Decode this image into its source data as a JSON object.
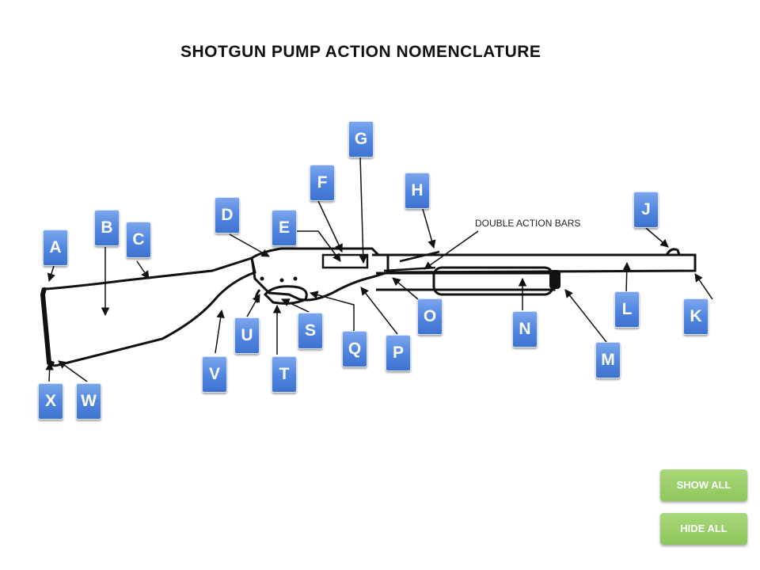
{
  "title": "SHOTGUN PUMP ACTION NOMENCLATURE",
  "diagram_annotation": "DOUBLE ACTION BARS",
  "labels": [
    "A",
    "B",
    "C",
    "D",
    "E",
    "F",
    "G",
    "H",
    "J",
    "K",
    "L",
    "M",
    "N",
    "O",
    "P",
    "Q",
    "S",
    "T",
    "U",
    "V",
    "W",
    "X"
  ],
  "buttons": {
    "show_all": "SHOW ALL",
    "hide_all": "HIDE ALL"
  },
  "colors": {
    "label_blue": "#4f84df",
    "button_green": "#8fc65c",
    "line": "#111111"
  }
}
